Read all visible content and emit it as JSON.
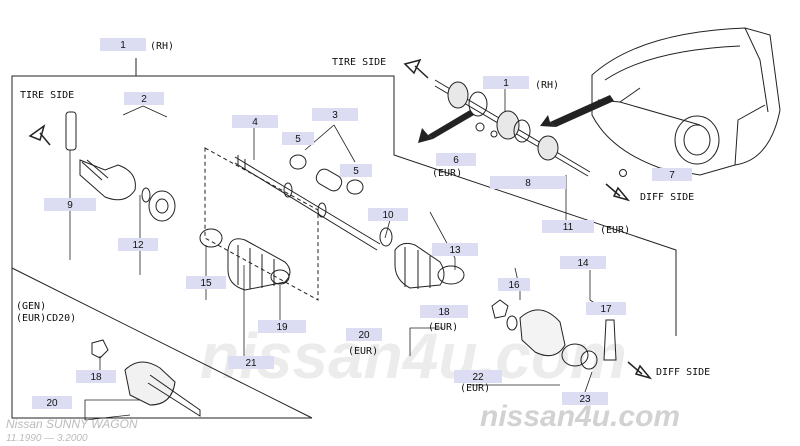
{
  "parts": {
    "p1_rh_main": "1",
    "p1_rh_side": "1",
    "p2": "2",
    "p3": "3",
    "p4": "4",
    "p5a": "5",
    "p5b": "5",
    "p6": "6",
    "p7": "7",
    "p8": "8",
    "p9": "9",
    "p10": "10",
    "p11": "11",
    "p12": "12",
    "p13": "13",
    "p14": "14",
    "p15": "15",
    "p16": "16",
    "p17": "17",
    "p18a": "18",
    "p18b": "18",
    "p19": "19",
    "p20a": "20",
    "p20b": "20",
    "p21": "21",
    "p22": "22",
    "p23": "23"
  },
  "callouts": {
    "rh_main": "(RH)",
    "rh_side": "(RH)",
    "tire_side_left": "TIRE SIDE",
    "tire_side_top": "TIRE SIDE",
    "diff_side_top": "DIFF SIDE",
    "diff_side_bottom": "DIFF SIDE",
    "eur_6": "(EUR)",
    "eur_11": "(EUR)",
    "eur_18": "(EUR)",
    "eur_20": "(EUR)",
    "eur_22": "(EUR)",
    "gen": "(GEN)",
    "eur_cd20": "(EUR)CD20)"
  },
  "watermark": {
    "mid": "nissan4u.com",
    "bottom": "nissan4u.com"
  },
  "footer": {
    "model": "Nissan SUNNY WAGON",
    "dates": "11.1990 — 3.2000"
  }
}
